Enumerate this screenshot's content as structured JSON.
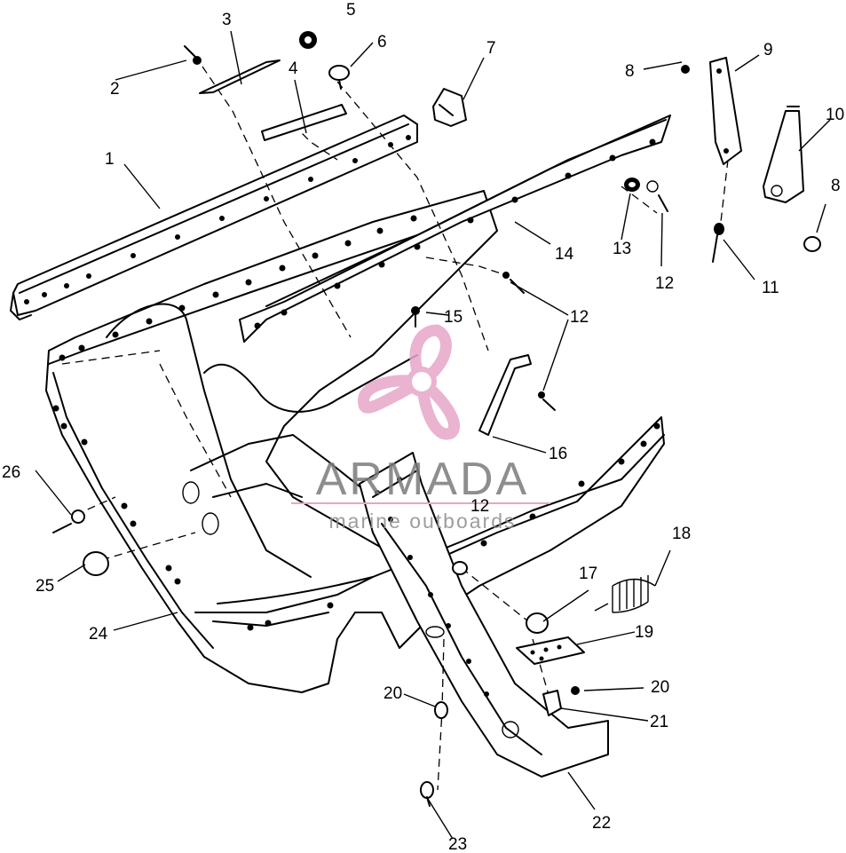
{
  "callouts": [
    {
      "id": "c1",
      "label": "1"
    },
    {
      "id": "c2",
      "label": "2"
    },
    {
      "id": "c3",
      "label": "3"
    },
    {
      "id": "c4",
      "label": "4"
    },
    {
      "id": "c5",
      "label": "5"
    },
    {
      "id": "c6",
      "label": "6"
    },
    {
      "id": "c7",
      "label": "7"
    },
    {
      "id": "c8a",
      "label": "8"
    },
    {
      "id": "c8b",
      "label": "8"
    },
    {
      "id": "c9",
      "label": "9"
    },
    {
      "id": "c10",
      "label": "10"
    },
    {
      "id": "c11",
      "label": "11"
    },
    {
      "id": "c12a",
      "label": "12"
    },
    {
      "id": "c12b",
      "label": "12"
    },
    {
      "id": "c12c",
      "label": "12"
    },
    {
      "id": "c13",
      "label": "13"
    },
    {
      "id": "c14",
      "label": "14"
    },
    {
      "id": "c15",
      "label": "15"
    },
    {
      "id": "c16",
      "label": "16"
    },
    {
      "id": "c17",
      "label": "17"
    },
    {
      "id": "c18",
      "label": "18"
    },
    {
      "id": "c19",
      "label": "19"
    },
    {
      "id": "c20a",
      "label": "20"
    },
    {
      "id": "c20b",
      "label": "20"
    },
    {
      "id": "c21",
      "label": "21"
    },
    {
      "id": "c22",
      "label": "22"
    },
    {
      "id": "c23",
      "label": "23"
    },
    {
      "id": "c24",
      "label": "24"
    },
    {
      "id": "c25",
      "label": "25"
    },
    {
      "id": "c26",
      "label": "26"
    }
  ],
  "watermark": {
    "brand": "ARMADA",
    "tagline": "marine outboards",
    "logo_color": "#e7a6c8",
    "text_color": "#7a7a7a"
  }
}
